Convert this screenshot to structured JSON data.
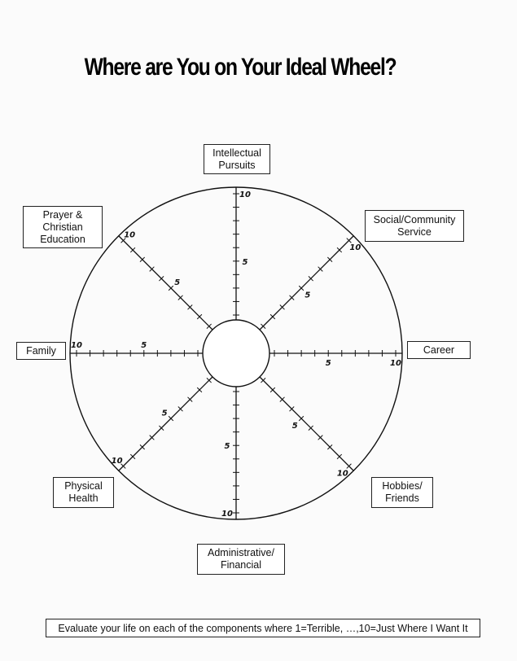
{
  "title": "Where are You on Your Ideal Wheel?",
  "spokes": [
    {
      "id": "intellectual",
      "label": "Intellectual\nPursuits",
      "scale_mid": "5",
      "scale_max": "10"
    },
    {
      "id": "social",
      "label": "Social/Community\nService",
      "scale_mid": "5",
      "scale_max": "10"
    },
    {
      "id": "career",
      "label": "Career",
      "scale_mid": "5",
      "scale_max": "10"
    },
    {
      "id": "hobbies",
      "label": "Hobbies/\nFriends",
      "scale_mid": "5",
      "scale_max": "10"
    },
    {
      "id": "administrative",
      "label": "Administrative/\nFinancial",
      "scale_mid": "5",
      "scale_max": "10"
    },
    {
      "id": "physical",
      "label": "Physical\nHealth",
      "scale_mid": "5",
      "scale_max": "10"
    },
    {
      "id": "family",
      "label": "Family",
      "scale_mid": "5",
      "scale_max": "10"
    },
    {
      "id": "prayer",
      "label": "Prayer &\nChristian\nEducation",
      "scale_mid": "5",
      "scale_max": "10"
    }
  ],
  "scale": {
    "min": 1,
    "max": 10
  },
  "footer": "Evaluate your life on each of the components where 1=Terrible, …,10=Just Where I Want It"
}
